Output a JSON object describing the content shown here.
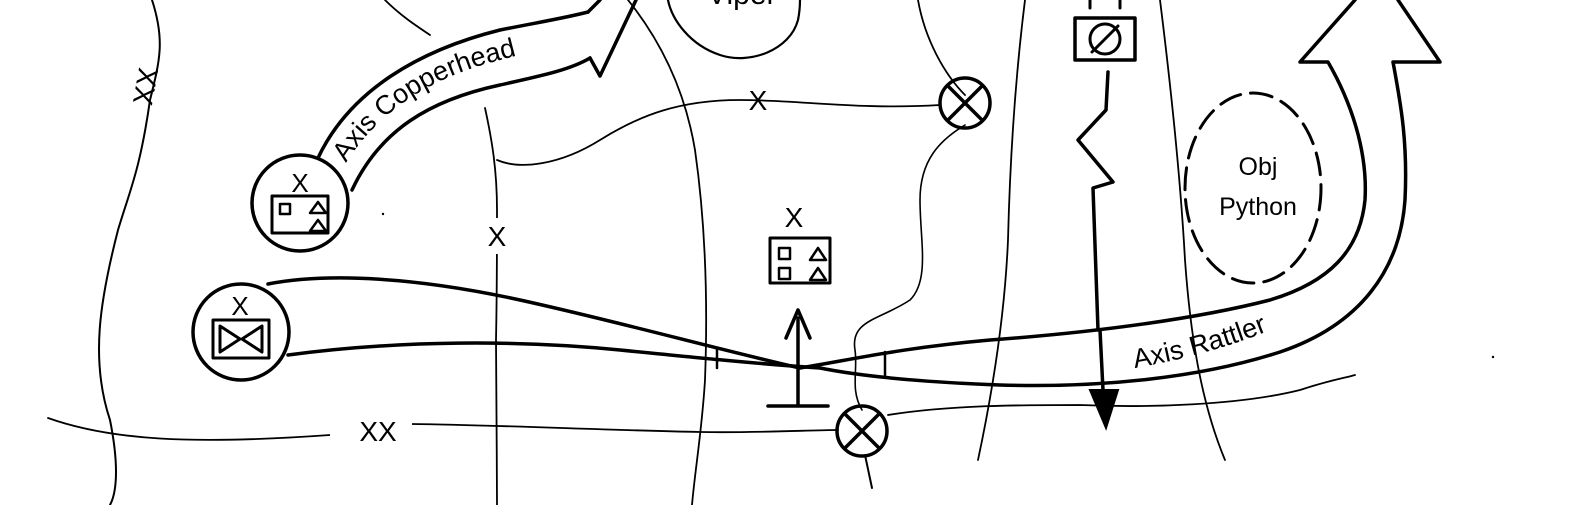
{
  "labels": {
    "axis_copperhead": "Axis Copperhead",
    "axis_rattler": "Axis Rattler",
    "obj_python_line1": "Obj",
    "obj_python_line2": "Python",
    "obj_viper_partial": "Viper",
    "boundary_xx_left": "XX",
    "boundary_xx_bottom": "XX",
    "boundary_x_top": "X",
    "boundary_x_mid": "X",
    "unit_echelon_copperhead": "X",
    "unit_echelon_center": "X",
    "unit_echelon_rattler": "X"
  },
  "icons": {
    "unit_copperhead": "brigade-combined-arms-unit-symbol",
    "unit_center": "brigade-combined-arms-unit-symbol",
    "unit_rattler": "brigade-armor-unit-symbol",
    "control_point": "circle-x-checkpoint",
    "phase_line": "zigzag-boundary",
    "main_effort": "arrow-with-t-base"
  },
  "colors": {
    "ink": "#000000",
    "background": "#ffffff"
  }
}
